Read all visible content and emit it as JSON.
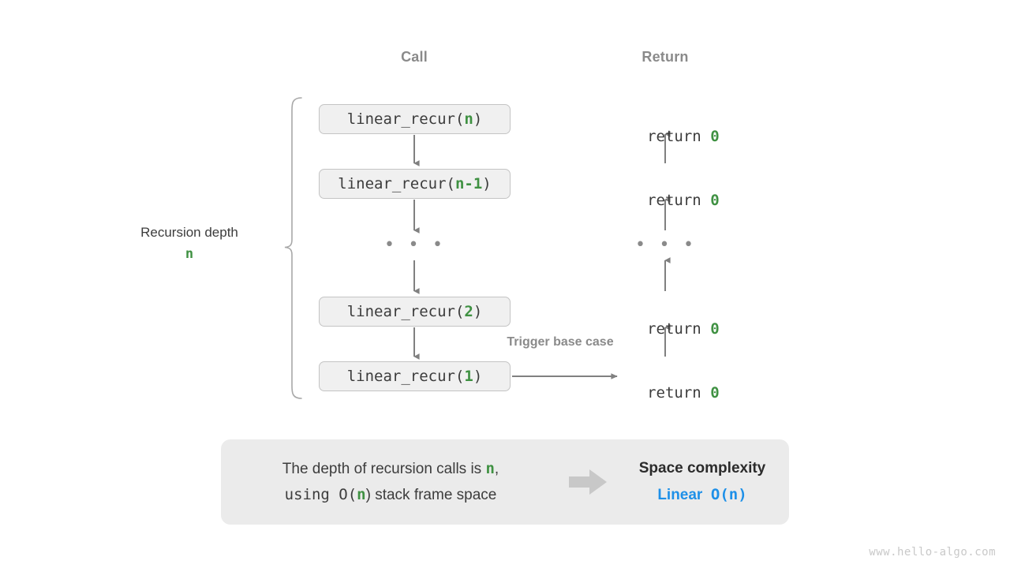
{
  "columns": {
    "call_header": "Call",
    "return_header": "Return"
  },
  "left_label": {
    "text": "Recursion depth",
    "variable": "n"
  },
  "call_stack": [
    {
      "prefix": "linear_recur(",
      "arg": "n",
      "suffix": ")"
    },
    {
      "prefix": "linear_recur(",
      "arg": "n-1",
      "suffix": ")"
    },
    {
      "prefix": "linear_recur(",
      "arg": "2",
      "suffix": ")"
    },
    {
      "prefix": "linear_recur(",
      "arg": "1",
      "suffix": ")"
    }
  ],
  "returns": [
    {
      "keyword": "return ",
      "value": "0"
    },
    {
      "keyword": "return ",
      "value": "0"
    },
    {
      "keyword": "return ",
      "value": "0"
    },
    {
      "keyword": "return ",
      "value": "0"
    }
  ],
  "ellipsis": "• • •",
  "trigger_label": "Trigger base case",
  "summary": {
    "line1_part1": "The depth of recursion calls is ",
    "line1_var": "n",
    "line1_part2": ",",
    "line2_part1": "using O(",
    "line2_var": "n",
    "line2_part2": ") stack frame space",
    "title": "Space complexity",
    "result_word": "Linear",
    "result_notation": "O(n)"
  },
  "watermark": "www.hello-algo.com",
  "colors": {
    "green": "#3f9142",
    "blue": "#1e90e8",
    "gray_text": "#8a8a8a",
    "dark_text": "#3c3c3c",
    "box_fill": "#f0f0f0",
    "box_border": "#c4c4c4",
    "panel_fill": "#ebebeb",
    "arrow": "#808080"
  }
}
